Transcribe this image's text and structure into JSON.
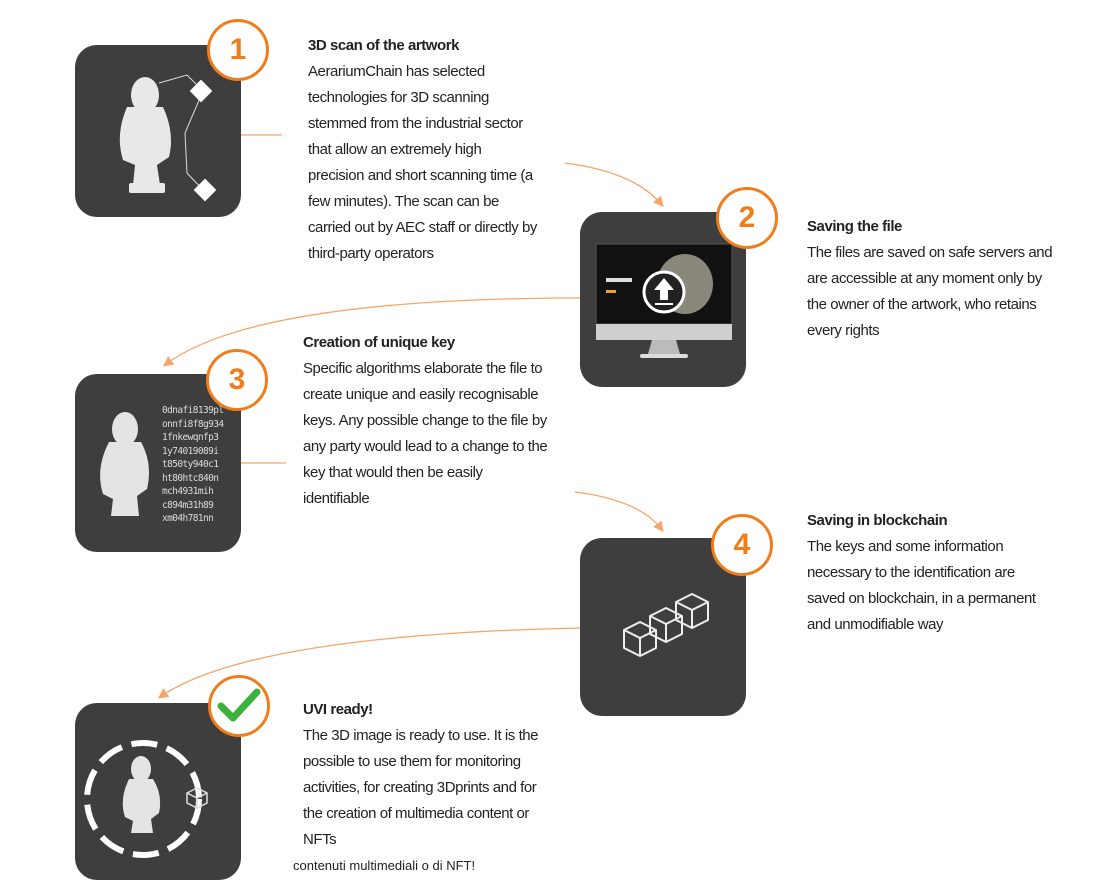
{
  "steps": [
    {
      "badge": "1",
      "title": "3D scan of the artwork",
      "lines": [
        "AerariumChain has selected",
        "technologies for 3D scanning",
        "stemmed from the industrial sector",
        "that allow an extremely high",
        "precision and short scanning time (a",
        "few minutes). The scan can be",
        "carried out by AEC staff or directly by",
        "third-party operators"
      ]
    },
    {
      "badge": "2",
      "title": "Saving the file",
      "lines": [
        "The files are saved on safe servers and",
        "are accessible at any moment only by",
        "the owner of the artwork, who retains",
        "every rights"
      ]
    },
    {
      "badge": "3",
      "title": "Creation of unique key",
      "lines": [
        "Specific algorithms elaborate the file to",
        "create unique and easily recognisable",
        "keys. Any possible change to the file by",
        "any party would lead to a change to the",
        "key that would then be easily",
        "identifiable"
      ]
    },
    {
      "badge": "4",
      "title": "Saving in blockchain",
      "lines": [
        "The keys and some information",
        "necessary to the identification are",
        "saved on blockchain, in a permanent",
        "and unmodifiable way"
      ]
    },
    {
      "badge": "check",
      "title": "UVI ready!",
      "lines": [
        "The 3D image is ready to use. It is the",
        "possible to use them for monitoring",
        "activities, for creating 3Dprints and for",
        "the creation of multimedia content or",
        "NFTs"
      ]
    }
  ],
  "keys": [
    "0dnafi8139pl",
    "onnfi8f8g934",
    "1fnkewqnfp3",
    "1y74019089i",
    "t850ty940c1",
    "ht80htc840n",
    "mch4931mih",
    "c894m31h89",
    "xm04h781nn"
  ],
  "caption": "contenuti multimediali o di NFT!",
  "colors": {
    "accent": "#f07d1c",
    "tile": "#3e3e3e",
    "check": "#3cb23c"
  }
}
